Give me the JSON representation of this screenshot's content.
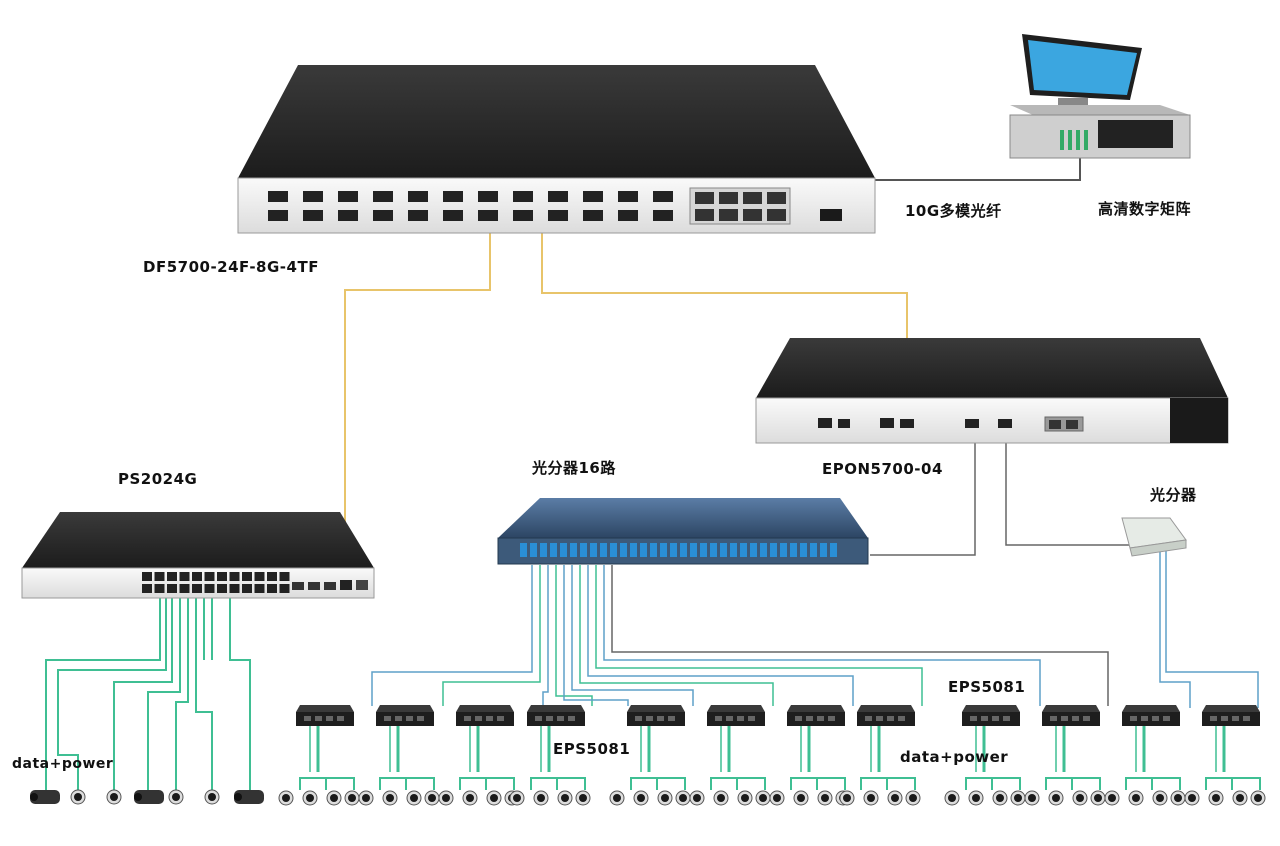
{
  "labels": {
    "core_switch": "DF5700-24F-8G-4TF",
    "uplink": "10G多模光纤",
    "matrix": "高清数字矩阵",
    "poe_switch": "PS2024G",
    "splitter16": "光分器16路",
    "olt": "EPON5700-04",
    "splitter": "光分器",
    "onu_a": "EPS5081",
    "onu_b": "EPS5081",
    "power_a": "data+power",
    "power_b": "data+power"
  },
  "colors": {
    "device_body": "#2a2a2a",
    "panel": "#f1f1f1",
    "fiber_yellow": "#e8c46a",
    "cable_green": "#3fbf93",
    "cable_blue": "#5fa0c8",
    "cable_gray": "#666666",
    "splitter_blue": "#3d5a7a"
  },
  "icons": {
    "computer": "computer-icon",
    "camera": "camera-icon",
    "onu": "onu-device-icon"
  }
}
